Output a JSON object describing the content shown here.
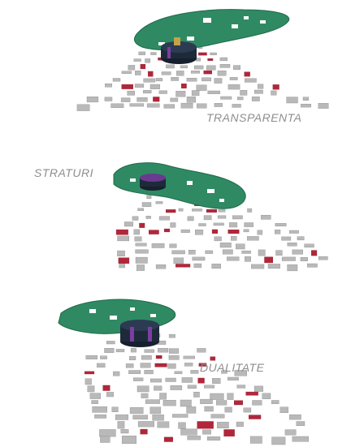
{
  "labels": {
    "transparenta": "TRANSPARENTA",
    "straturi": "STRATURI",
    "dualitate": "DUALITATE"
  },
  "colors": {
    "grey_tile": "#b9b9b9",
    "grey_tile_edge": "#8f8f8f",
    "red_tile": "#b3263a",
    "green_plate": "#2f8a63",
    "green_plate_edge": "#1f6a4a",
    "cylinder": "#1e2a3a",
    "cylinder_accent": "#7a3fa0",
    "label_text": "#8e8e8e"
  }
}
